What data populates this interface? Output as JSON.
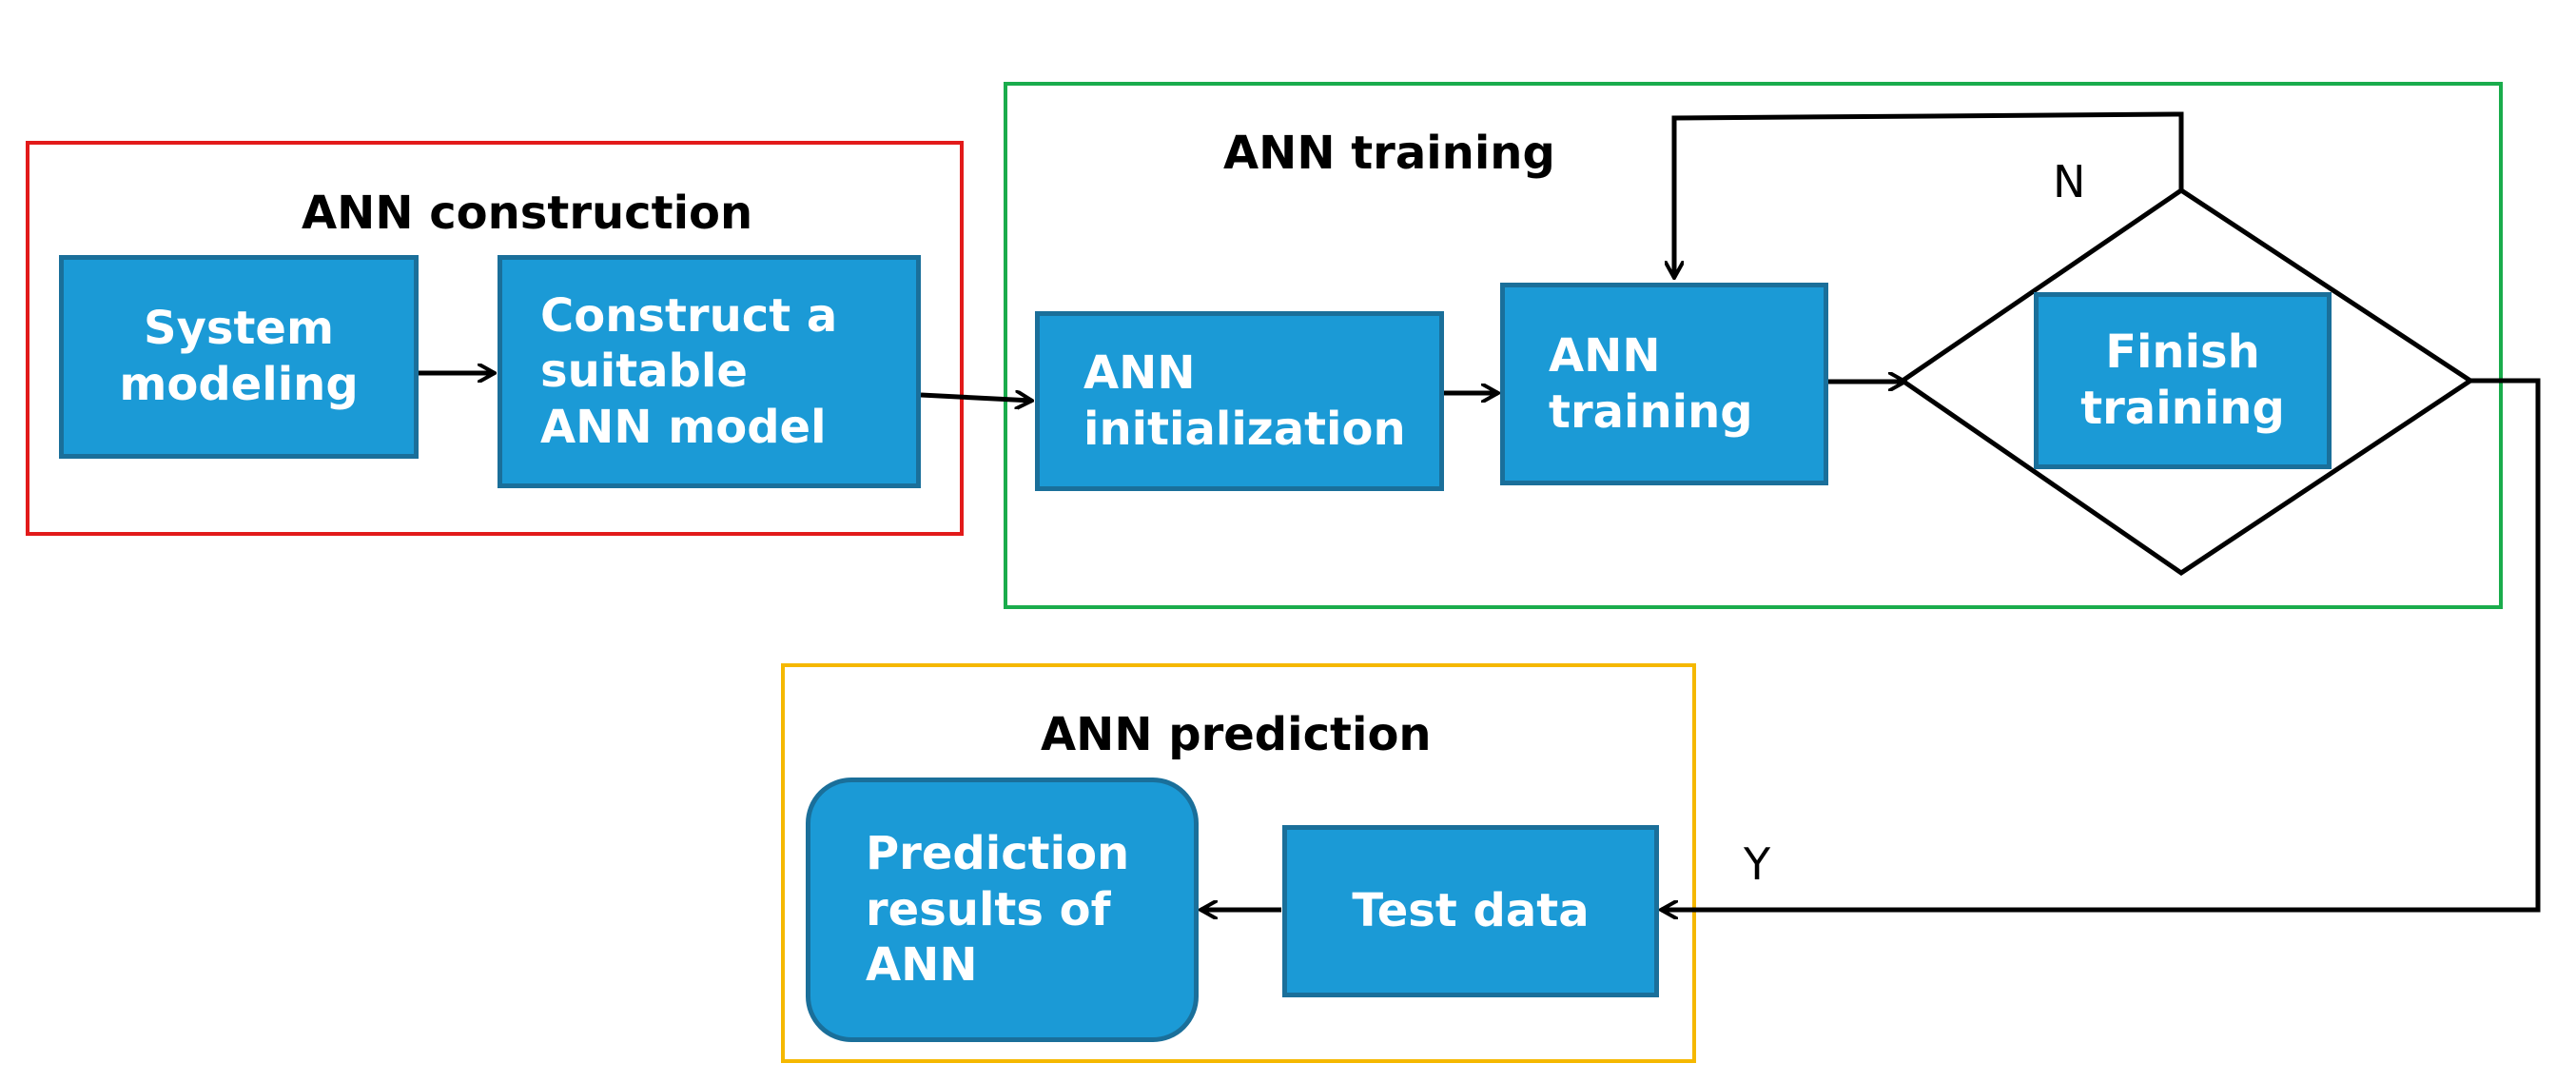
{
  "groups": {
    "construction": {
      "title": "ANN construction",
      "border_color": "#e21a1a"
    },
    "training": {
      "title": "ANN training",
      "border_color": "#1aac4c"
    },
    "prediction": {
      "title": "ANN prediction",
      "border_color": "#f5b800"
    }
  },
  "nodes": {
    "system_modeling": [
      "System",
      "modeling"
    ],
    "construct_model": [
      "Construct a",
      "suitable",
      "ANN model"
    ],
    "ann_initialization": [
      "ANN",
      "initialization"
    ],
    "ann_training": [
      "ANN",
      "training"
    ],
    "finish_training": [
      "Finish",
      "training"
    ],
    "test_data": [
      "Test data"
    ],
    "prediction_results": [
      "Prediction",
      "results of",
      "ANN"
    ]
  },
  "decision_labels": {
    "no": "N",
    "yes": "Y"
  },
  "colors": {
    "box_fill": "#1b9ad6",
    "box_border": "#1a6f9a",
    "text_on_box": "#ffffff",
    "connector": "#000000"
  }
}
